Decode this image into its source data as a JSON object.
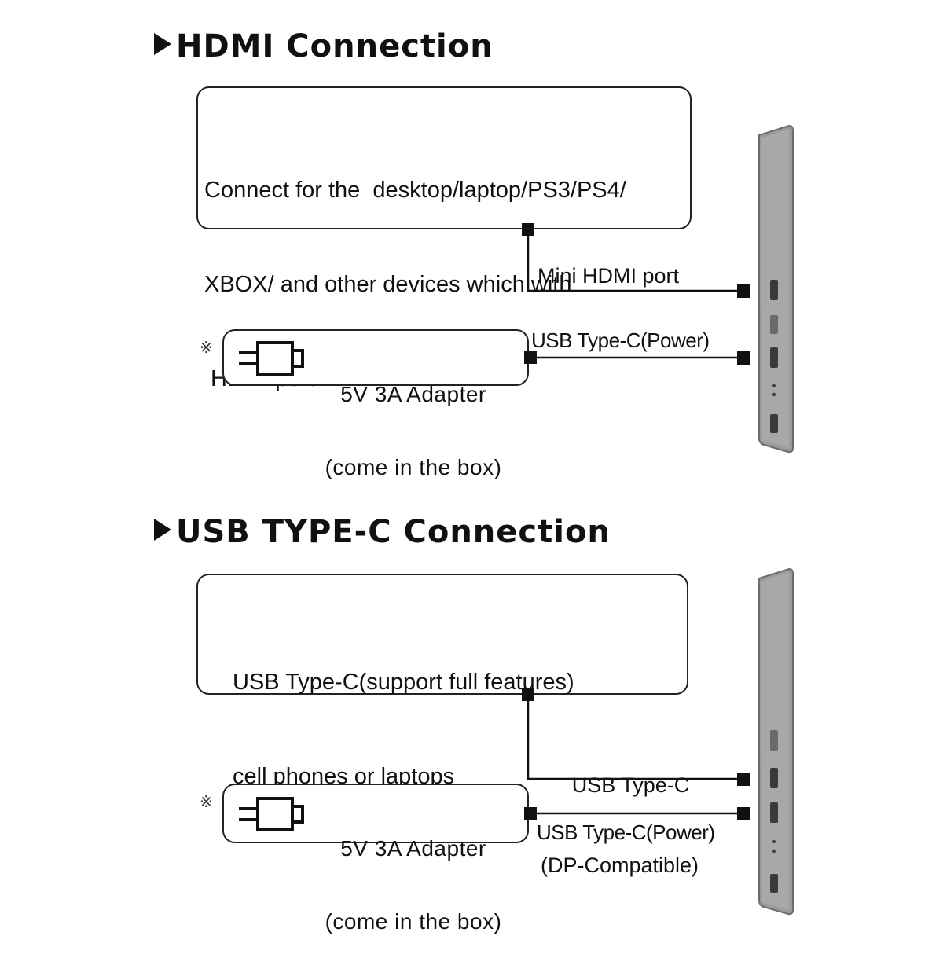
{
  "hdmi_section": {
    "title": "HDMI Connection",
    "device_box_lines": [
      "Connect for the  desktop/laptop/PS3/PS4/",
      "XBOX/ and other devices which with",
      " HDMI port"
    ],
    "adapter_mark": "※",
    "adapter_label_line1": "5V 3A Adapter",
    "adapter_label_line2": "(come in the box)",
    "port_label_hdmi": "Mini HDMI port",
    "port_label_power": "USB Type-C(Power)"
  },
  "usbc_section": {
    "title": "USB TYPE-C Connection",
    "device_box_lines": [
      "USB Type-C(support full features)",
      "cell phones or laptops"
    ],
    "adapter_mark": "※",
    "adapter_label_line1": "5V 3A Adapter",
    "adapter_label_line2": "(come in the box)",
    "port_label_dp_line1": "USB Type-C",
    "port_label_dp_line2": "(DP-Compatible)",
    "port_label_power": "USB Type-C(Power)"
  },
  "colors": {
    "line": "#111111",
    "monitor_body": "#9a9a9a",
    "monitor_edge": "#6e6e6e",
    "port": "#3a3a3a"
  }
}
